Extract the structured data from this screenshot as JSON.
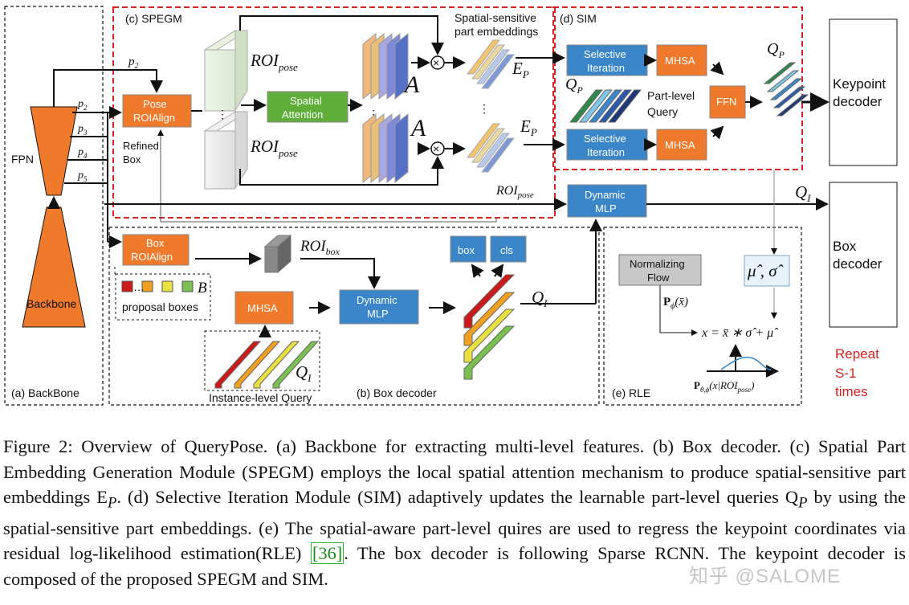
{
  "panels": {
    "backbone": "(a)  BackBone",
    "box_decoder": "(b) Box decoder",
    "spegm": "(c)  SPEGM",
    "sim": "(d) SIM",
    "rle": "(e) RLE"
  },
  "backbone": {
    "fpn": "FPN",
    "backbone": "Backbone",
    "p2_top": "p",
    "levels": [
      "p",
      "p",
      "p",
      "p"
    ],
    "level_subs": [
      "2",
      "3",
      "4",
      "5"
    ]
  },
  "spegm": {
    "pose_roialign": [
      "Pose",
      "ROIAlign"
    ],
    "refined_box": [
      "Refined",
      "Box"
    ],
    "roi_pose": "ROI",
    "roi_pose_sub": "pose",
    "spatial_attention": [
      "Spatial",
      "Attention"
    ],
    "attention_map": "A",
    "part_embeddings_label": [
      "Spatial-sensitive",
      "part embeddings"
    ],
    "ep": "E",
    "ep_sub": "P"
  },
  "sim": {
    "selective_iteration": [
      "Selective",
      "Iteration"
    ],
    "mhsa": "MHSA",
    "ffn": "FFN",
    "qp": "Q",
    "qp_sub": "P",
    "part_query": [
      "Part-level",
      "Query"
    ]
  },
  "box_decoder": {
    "box_roialign": [
      "Box",
      "ROIAlign"
    ],
    "roi_box": "ROI",
    "roi_box_sub": "box",
    "proposal_b": "B",
    "proposal_boxes": "proposal boxes",
    "mhsa": "MHSA",
    "dynamic_mlp": [
      "Dynamic",
      "MLP"
    ],
    "box": "box",
    "cls": "cls",
    "qi": "Q",
    "qi_sub": "I",
    "instance_query": "Instance-level Query"
  },
  "top": {
    "roi_pose": "ROI",
    "roi_pose_sub": "pose",
    "dynamic_mlp": [
      "Dynamic",
      "MLP"
    ],
    "qi": "Q",
    "qi_sub": "I"
  },
  "rle": {
    "normalizing_flow": [
      "Normalizing",
      "Flow"
    ],
    "p_phi": "P",
    "p_phi_sub": "ϕ",
    "p_phi_arg": "(x̄)",
    "mu_sigma": "μ̂ , σ̂",
    "equation": "x = x̄ ∗ σ̂ + μ̂",
    "likelihood": "P",
    "likelihood_sub": "θ,ϕ",
    "likelihood_arg": "(x|ROI"
  },
  "outputs": {
    "keypoint_decoder": [
      "Keypoint",
      "decoder"
    ],
    "box_decoder": [
      "Box",
      "decoder"
    ],
    "repeat": [
      "Repeat",
      "S-1",
      "times"
    ]
  },
  "caption": {
    "text": "Figure 2: Overview of QueryPose. (a) Backbone for extracting multi-level features. (b) Box decoder. (c) Spatial Part Embedding Generation Module (SPEGM) employs the local spatial attention mechanism to produce spatial-sensitive part embeddings E",
    "ep_sub": "P",
    "text2": ". (d) Selective Iteration Module (SIM) adaptively updates the learnable part-level queries Q",
    "qp_sub": "P",
    "text3": " by using the spatial-sensitive part embeddings. (e) The spatial-aware part-level quires are used to regress the keypoint coordinates via residual log-likelihood estimation(RLE) ",
    "cite": "[36]",
    "text4": ". The box decoder is following Sparse RCNN. The keypoint decoder is composed of the proposed SPEGM and SIM."
  },
  "watermark": "知乎 @SALOME",
  "colors": {
    "orange": "#f07a2c",
    "green": "#5fae3a",
    "blue": "#3a86c8",
    "grey": "#c8c8c8",
    "red_dash": "#d42020"
  }
}
